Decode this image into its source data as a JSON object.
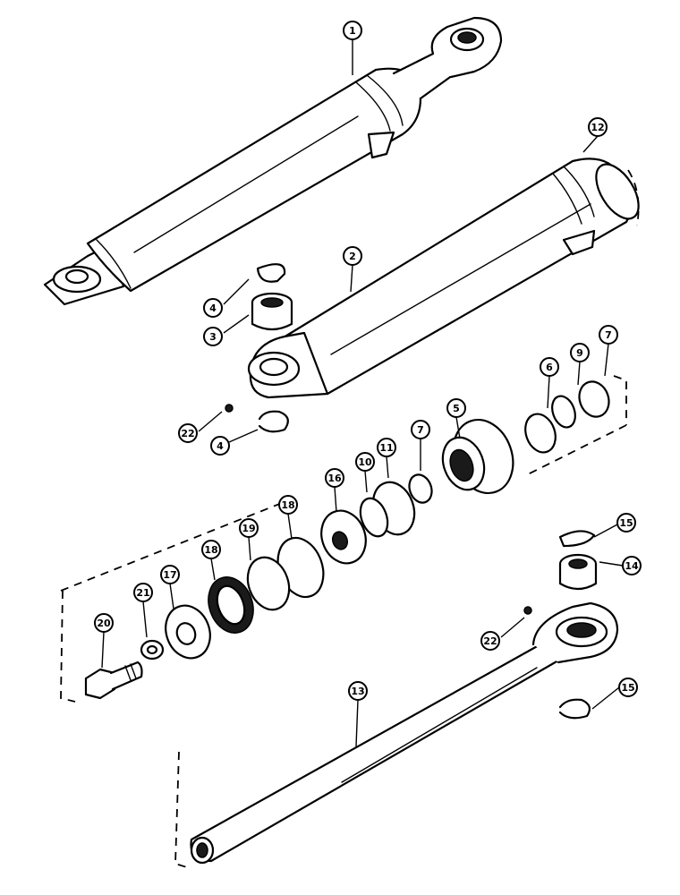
{
  "callouts": [
    {
      "number": "1"
    },
    {
      "number": "2"
    },
    {
      "number": "3"
    },
    {
      "number": "4"
    },
    {
      "number": "4"
    },
    {
      "number": "5"
    },
    {
      "number": "6"
    },
    {
      "number": "7"
    },
    {
      "number": "7"
    },
    {
      "number": "9"
    },
    {
      "number": "10"
    },
    {
      "number": "11"
    },
    {
      "number": "12"
    },
    {
      "number": "13"
    },
    {
      "number": "14"
    },
    {
      "number": "15"
    },
    {
      "number": "15"
    },
    {
      "number": "16"
    },
    {
      "number": "17"
    },
    {
      "number": "18"
    },
    {
      "number": "18"
    },
    {
      "number": "19"
    },
    {
      "number": "20"
    },
    {
      "number": "21"
    },
    {
      "number": "22"
    },
    {
      "number": "22"
    }
  ],
  "colors": {
    "ink": "#000000",
    "paper": "#ffffff",
    "shadow": "#1a1a1a"
  }
}
